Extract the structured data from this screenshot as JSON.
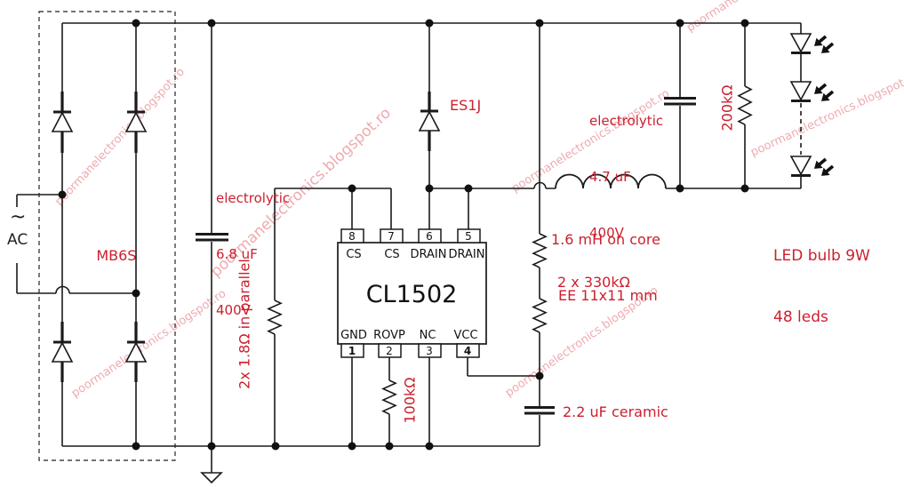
{
  "schematic": {
    "bridge_name": "MB6S",
    "ac_tilde": "~",
    "ac_label": "AC",
    "ic": {
      "part": "CL1502",
      "top_pins": [
        {
          "num": "8",
          "name": "CS"
        },
        {
          "num": "7",
          "name": "CS"
        },
        {
          "num": "6",
          "name": "DRAIN"
        },
        {
          "num": "5",
          "name": "DRAIN"
        }
      ],
      "bottom_pins": [
        {
          "num": "1",
          "name": "GND"
        },
        {
          "num": "2",
          "name": "ROVP"
        },
        {
          "num": "3",
          "name": "NC"
        },
        {
          "num": "4",
          "name": "VCC"
        }
      ]
    },
    "labels": {
      "bulk_cap_line1": "electrolytic",
      "bulk_cap_line2": "6.8 uF",
      "bulk_cap_line3": "400V",
      "parallel_res": "2x 1.8Ω in parallel",
      "es1j": "ES1J",
      "out_cap_line1": "electrolytic",
      "out_cap_line2": "4.7 uF",
      "out_cap_line3": "400V",
      "inductor_line1": "1.6 mH on core",
      "inductor_line2": "EE 11x11 mm",
      "divider_res": "2 x 330kΩ",
      "r200k": "200kΩ",
      "r100k": "100kΩ",
      "vcc_cap": "2.2 uF ceramic",
      "led_line1": "LED bulb 9W",
      "led_line2": "48 leds"
    },
    "watermark": "poormanelectronics.blogspot.ro",
    "colors": {
      "wire": "#1a1a1a",
      "label": "#cc1f2e",
      "watermark": "#e0646e"
    }
  }
}
